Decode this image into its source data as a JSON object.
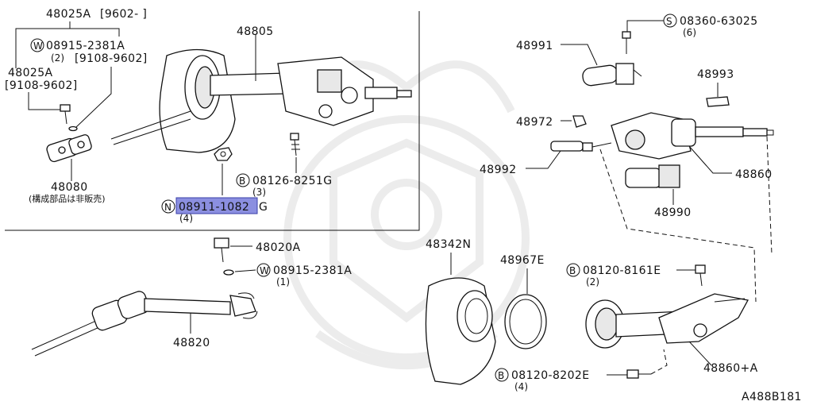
{
  "diagram": {
    "ref_code": "A488B181",
    "labels": {
      "p48025A_a": "48025A",
      "p48025A_a_range": "[9602-    ]",
      "w_08915_a": "08915-2381A",
      "w_08915_a_qty": "(2)",
      "w_08915_a_range": "[9108-9602]",
      "p48025A_b": "48025A",
      "p48025A_b_range": "[9108-9602]",
      "p48080": "48080",
      "p48080_note": "(構成部品は非販売)",
      "p48805": "48805",
      "b_08126": "08126-8251G",
      "b_08126_qty": "(3)",
      "n_08911": "08911-1082",
      "n_08911_suffix": "G",
      "n_08911_qty": "(4)",
      "s_08360": "08360-63025",
      "s_08360_qty": "(6)",
      "p48991": "48991",
      "p48993": "48993",
      "p48972": "48972",
      "p48992": "48992",
      "p48860": "48860",
      "p48990": "48990",
      "p48020A": "48020A",
      "w_08915_b": "08915-2381A",
      "w_08915_b_qty": "(1)",
      "p48820": "48820",
      "p48342N": "48342N",
      "p48967E": "48967E",
      "b_08120_a": "08120-8161E",
      "b_08120_a_qty": "(2)",
      "p48860A": "48860+A",
      "b_08120_b": "08120-8202E",
      "b_08120_b_qty": "(4)"
    },
    "symbols": {
      "washer": "W",
      "bolt": "B",
      "nut": "N",
      "screw": "S"
    },
    "highlight_color": "#8b8fe0"
  }
}
